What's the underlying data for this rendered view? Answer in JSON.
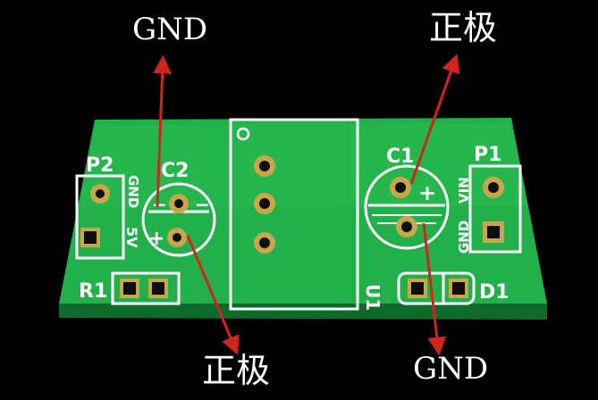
{
  "colors": {
    "background": "#000000",
    "board": "#1faa45",
    "board_dark": "#0c6a2a",
    "silkscreen": "#ffffff",
    "arrow": "#d1241c",
    "pad": "#c9a64a"
  },
  "labels": {
    "p2": "P2",
    "p2_pin1": "GND",
    "p2_pin2": "5V",
    "c2": "C2",
    "r1": "R1",
    "c1": "C1",
    "p1": "P1",
    "p1_pin1": "VIN",
    "p1_pin2": "GND",
    "u1": "U1",
    "d1": "D1"
  },
  "polarity": {
    "plus": "+",
    "minus": "−"
  },
  "callouts": {
    "gnd_top": "GND",
    "pos_top": "正极",
    "pos_bottom": "正极",
    "gnd_bottom": "GND"
  }
}
